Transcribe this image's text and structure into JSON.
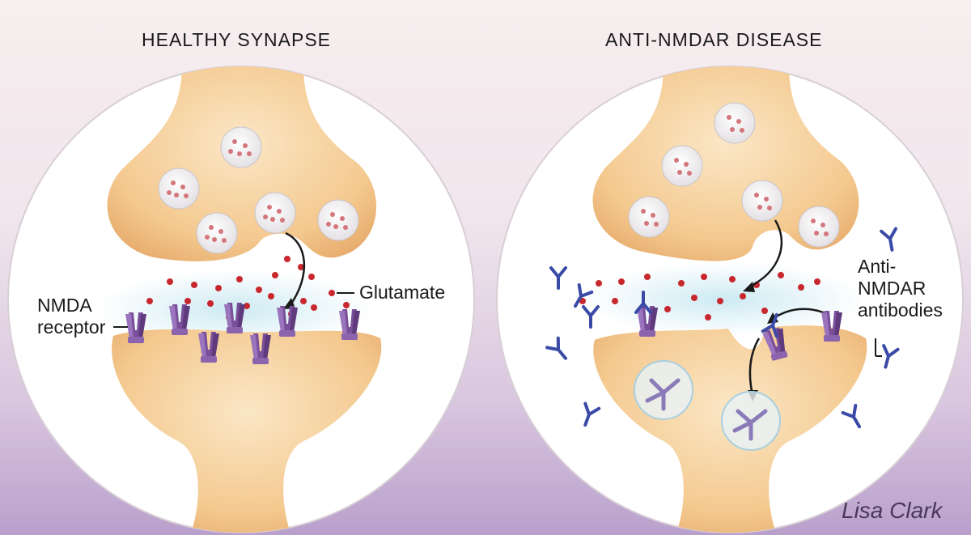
{
  "panels": {
    "left": {
      "title": "HEALTHY SYNAPSE"
    },
    "right": {
      "title": "ANTI-NMDAR DISEASE"
    }
  },
  "labels": {
    "nmda_line1": "NMDA",
    "nmda_line2": "receptor",
    "glutamate": "Glutamate",
    "antibodies_line1": "Anti-",
    "antibodies_line2": "NMDAR",
    "antibodies_line3": "antibodies"
  },
  "signature": "Lisa Clark",
  "colors": {
    "neuron": "#f4c98f",
    "cleft": "#bfe3ef",
    "vesicle": "#f4f2f2",
    "glutamate": "#c8282d",
    "receptor": "#7a4f9a",
    "antibody": "#3a4aa6"
  }
}
